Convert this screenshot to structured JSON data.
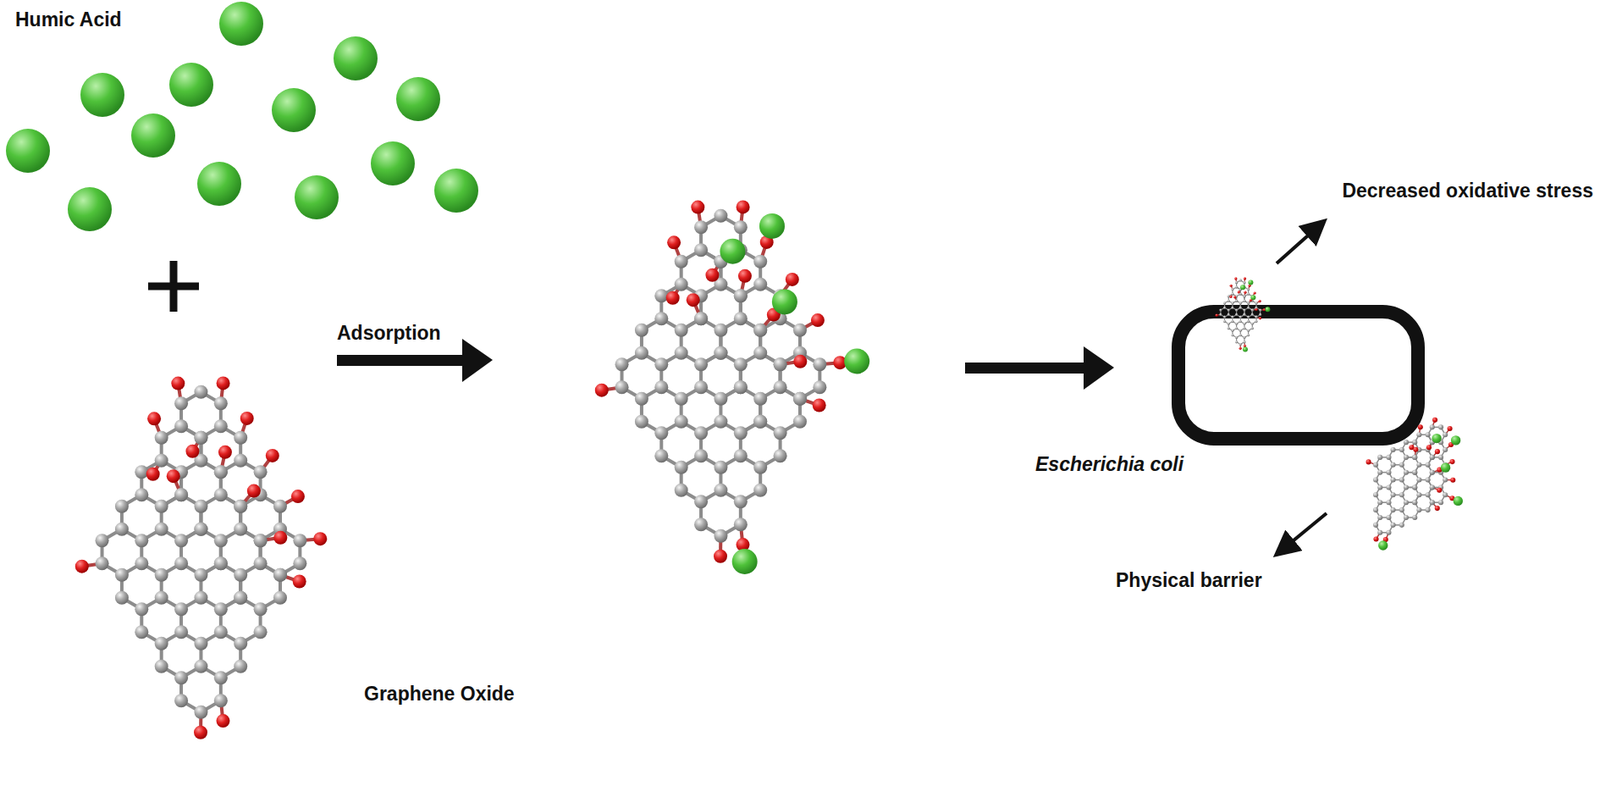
{
  "diagram": {
    "labels": [
      "Humic Acid",
      "Adsorption",
      "Graphene Oxide",
      "Escherichia coli",
      "Decreased oxidative stress",
      "Physical barrier"
    ]
  }
}
